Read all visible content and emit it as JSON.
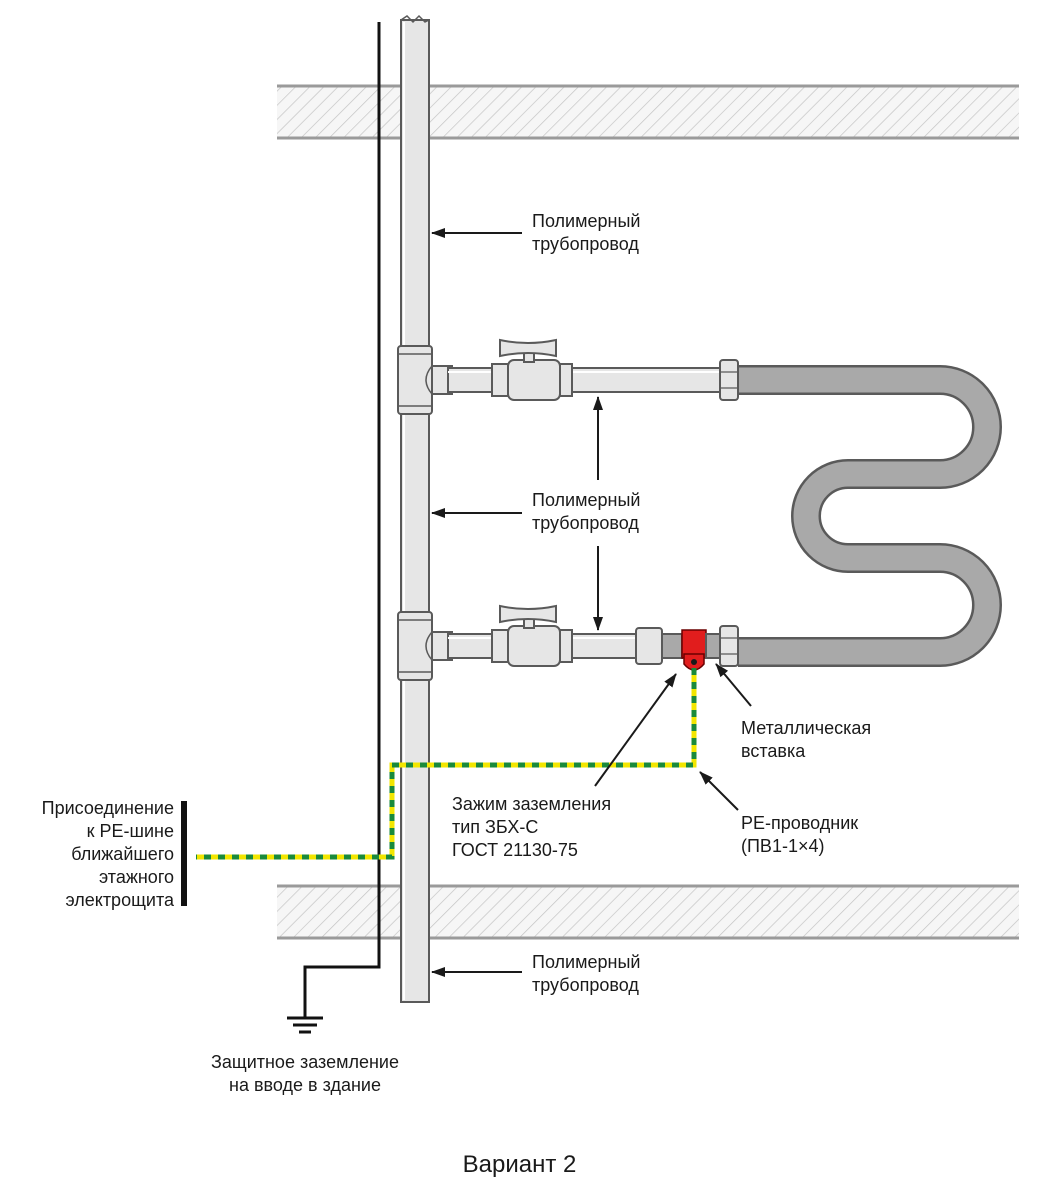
{
  "labels": {
    "pipe_top": [
      "Полимерный",
      "трубопровод"
    ],
    "pipe_middle": [
      "Полимерный",
      "трубопровод"
    ],
    "pipe_bottom": [
      "Полимерный",
      "трубопровод"
    ],
    "metal_insert": [
      "Металлическая",
      "вставка"
    ],
    "ground_clamp": [
      "Зажим заземления",
      "тип ЗБХ-С",
      "ГОСТ 21130-75"
    ],
    "pe_conductor": [
      "PE-проводник",
      "(ПВ1-1×4)"
    ],
    "pe_connection": [
      "Присоединение",
      "к PE-шине",
      "ближайшего",
      "этажного",
      "электрощита"
    ],
    "protective_ground": [
      "Защитное заземление",
      "на вводе в здание"
    ]
  },
  "caption": "Вариант 2",
  "colors": {
    "pipe_fill": "#e6e6e6",
    "pipe_stroke": "#5a5a5a",
    "towel_rail": "#a9a9a9",
    "metal_insert": "#e11d1d",
    "pe_yellow": "#f2e600",
    "pe_green": "#1a8a3a",
    "slab_hatch": "#c4c4c4",
    "wire": "#111111"
  }
}
